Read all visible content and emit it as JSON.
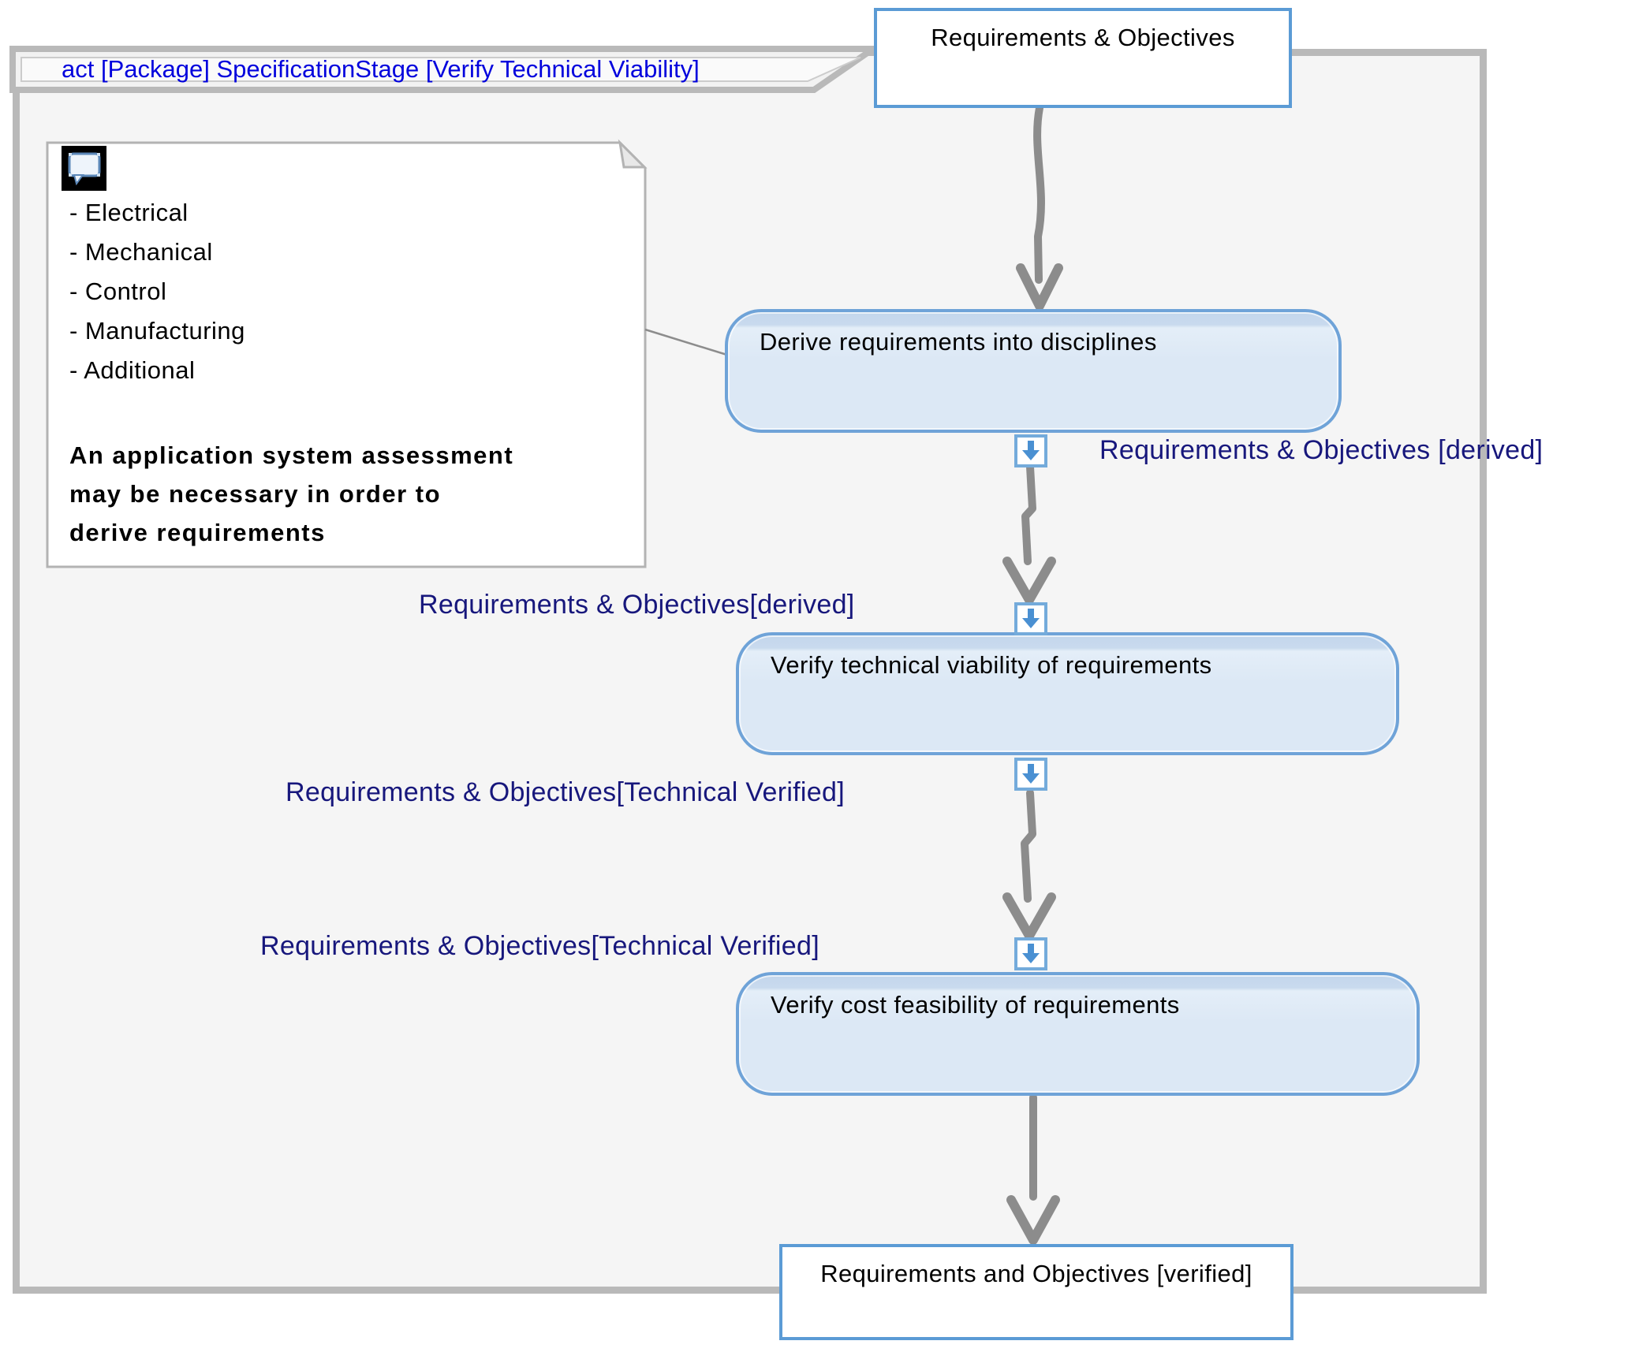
{
  "frame": {
    "title": "act [Package] SpecificationStage [Verify Technical Viability]"
  },
  "nodes": {
    "source": {
      "label": "Requirements & Objectives"
    },
    "action_derive": {
      "label": "Derive requirements into disciplines"
    },
    "action_verify_technical": {
      "label": "Verify technical viability of requirements"
    },
    "action_verify_cost": {
      "label": "Verify cost feasibility of requirements"
    },
    "target": {
      "label": "Requirements and Objectives [verified]"
    }
  },
  "note": {
    "items": [
      "- Electrical",
      "- Mechanical",
      "- Control",
      "- Manufacturing",
      "- Additional"
    ],
    "emphasis_lines": [
      "An application system assessment",
      "may be necessary in order to",
      "derive requirements"
    ]
  },
  "edge_labels": {
    "derived_right": "Requirements & Objectives [derived]",
    "derived_left": "Requirements & Objectives[derived]",
    "technical_verified_upper": "Requirements & Objectives[Technical Verified]",
    "technical_verified_lower": "Requirements & Objectives[Technical Verified]"
  },
  "icons": {
    "note_icon": "note-comment-icon",
    "pin_icon": "pin-arrow-down-icon"
  },
  "colors": {
    "frame_border": "#b9b9b9",
    "frame_fill": "#f5f5f5",
    "frame_title_blue": "#0101dd",
    "action_border_blue": "#6fa3d8",
    "action_fill_light": "#dce8f5",
    "action_fill_band": "#c3d6ec",
    "object_border_blue": "#5b9bd5",
    "edge_label_navy": "#17177c",
    "connector_gray": "#8c8c8c",
    "pin_arrow_blue": "#4a90d2"
  }
}
